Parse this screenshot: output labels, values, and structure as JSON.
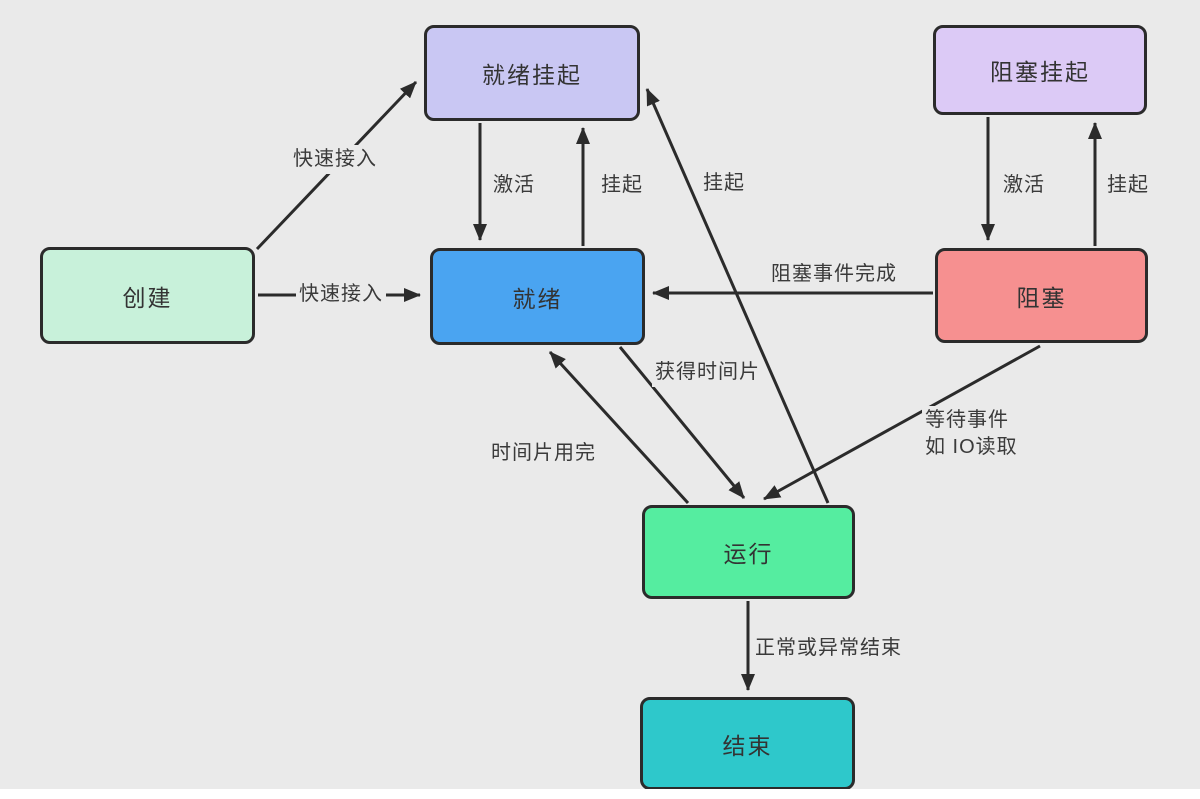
{
  "diagram": {
    "title": "process-state-transition-diagram",
    "background": "#eaeaea",
    "stroke_color": "#2b2b2b",
    "nodes": [
      {
        "id": "create",
        "label": "创建",
        "fill": "#c8f1da"
      },
      {
        "id": "ready-suspended",
        "label": "就绪挂起",
        "fill": "#c9c7f3"
      },
      {
        "id": "blocked-suspended",
        "label": "阻塞挂起",
        "fill": "#dccaf6"
      },
      {
        "id": "ready",
        "label": "就绪",
        "fill": "#4aa4f1"
      },
      {
        "id": "blocked",
        "label": "阻塞",
        "fill": "#f69090"
      },
      {
        "id": "running",
        "label": "运行",
        "fill": "#55eda0"
      },
      {
        "id": "end",
        "label": "结束",
        "fill": "#2ec8cb"
      }
    ],
    "edges": [
      {
        "from": "create",
        "to": "ready-suspended",
        "label": "快速接入"
      },
      {
        "from": "create",
        "to": "ready",
        "label": "快速接入"
      },
      {
        "from": "ready-suspended",
        "to": "ready",
        "label": "激活"
      },
      {
        "from": "ready",
        "to": "ready-suspended",
        "label": "挂起"
      },
      {
        "from": "running",
        "to": "ready-suspended",
        "label": "挂起"
      },
      {
        "from": "blocked-suspended",
        "to": "blocked",
        "label": "激活"
      },
      {
        "from": "blocked",
        "to": "blocked-suspended",
        "label": "挂起"
      },
      {
        "from": "blocked",
        "to": "ready",
        "label": "阻塞事件完成"
      },
      {
        "from": "ready",
        "to": "running",
        "label": "获得时间片"
      },
      {
        "from": "running",
        "to": "ready",
        "label": "时间片用完"
      },
      {
        "from": "blocked",
        "to": "running",
        "label": "等待事件\n如 IO读取"
      },
      {
        "from": "running",
        "to": "end",
        "label": "正常或异常结束"
      }
    ]
  }
}
